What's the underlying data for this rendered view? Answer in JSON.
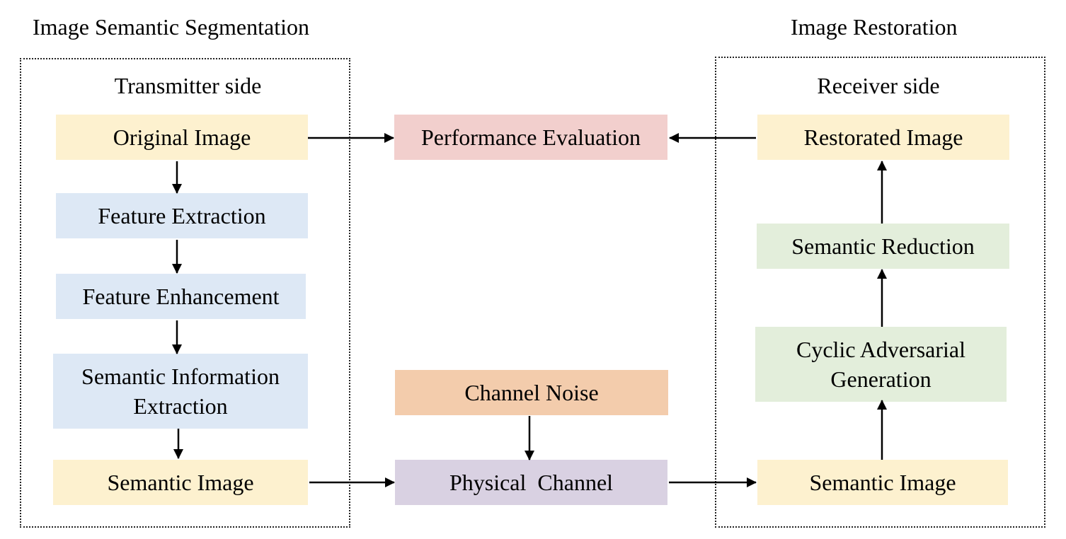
{
  "headings": {
    "left": "Image Semantic Segmentation",
    "right": "Image Restoration"
  },
  "transmitter": {
    "label": "Transmitter side",
    "original_image": "Original Image",
    "feature_extraction": "Feature Extraction",
    "feature_enhancement": "Feature Enhancement",
    "semantic_info_line1": "Semantic Information",
    "semantic_info_line2": "Extraction",
    "semantic_image": "Semantic Image"
  },
  "middle": {
    "performance_evaluation": "Performance Evaluation",
    "channel_noise": "Channel Noise",
    "physical_channel": "Physical  Channel"
  },
  "receiver": {
    "label": "Receiver side",
    "restorated_image": "Restorated Image",
    "semantic_reduction": "Semantic Reduction",
    "cyclic_line1": "Cyclic Adversarial",
    "cyclic_line2": "Generation",
    "semantic_image": "Semantic Image"
  },
  "colors": {
    "yellow": "#fdf1cf",
    "blue": "#dde8f5",
    "pink": "#f2cfcd",
    "orange": "#f3ccac",
    "purple": "#d9d1e2",
    "green": "#e3eedb"
  }
}
